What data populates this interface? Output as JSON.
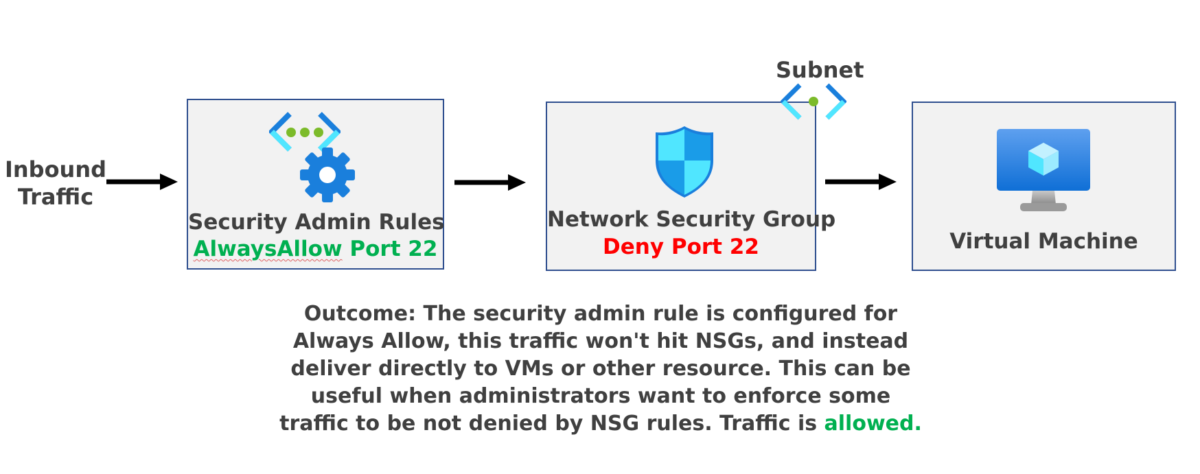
{
  "inbound": {
    "line1": "Inbound",
    "line2": "Traffic"
  },
  "subnet_label": "Subnet",
  "boxes": {
    "security_admin": {
      "title": "Security Admin Rules",
      "rule_word": "AlwaysAllow",
      "rule_rest": " Port 22"
    },
    "nsg": {
      "title": "Network Security Group",
      "rule": "Deny Port 22"
    },
    "vm": {
      "title": "Virtual Machine"
    }
  },
  "outcome": {
    "text": "Outcome: The security admin rule is configured for Always Allow, this traffic won't hit NSGs, and instead deliver directly to VMs or other resource. This can be useful when administrators want to enforce some traffic to be not denied by NSG rules. Traffic is ",
    "highlight": "allowed."
  },
  "colors": {
    "box_fill": "#f2f2f2",
    "box_border": "#2f4f8f",
    "text": "#404040",
    "allow_green": "#00b050",
    "deny_red": "#ff0000",
    "arrow": "#000000",
    "icon_blue": "#1a7fdc",
    "icon_cyan": "#50e6ff",
    "icon_green": "#7cbb2a"
  },
  "icons": [
    "virtual-network-icon",
    "gear-icon",
    "shield-icon",
    "subnet-icon",
    "virtual-machine-icon"
  ]
}
